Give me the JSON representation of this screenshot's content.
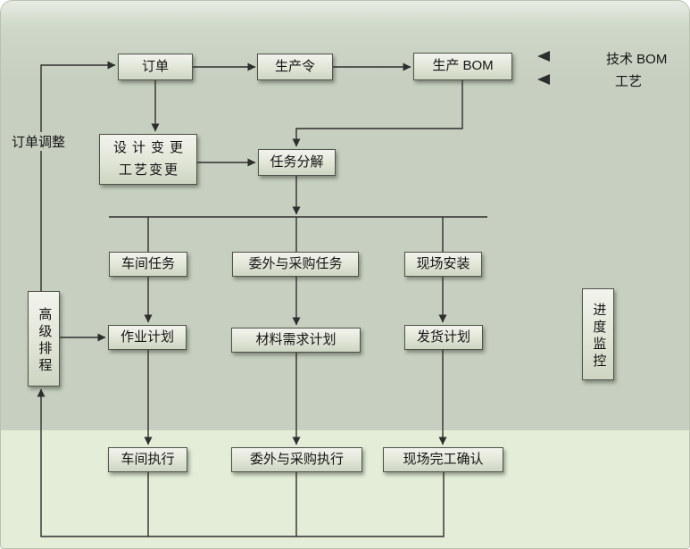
{
  "colors": {
    "background_top": "#c7d0c0",
    "background_bottom_band": "#e3edd8",
    "node_fill_light": "#f2f4ed",
    "node_fill_dark": "#ced5c2",
    "node_border": "#4f5349",
    "connector": "#2e2e2e",
    "text": "#141414"
  },
  "diagram": {
    "nodes": {
      "order": "订单",
      "production_order": "生产令",
      "production_bom": "生产 BOM",
      "design_change_line1": "设计变更",
      "design_change_line2": "工艺变更",
      "task_breakdown": "任务分解",
      "workshop_task": "车间任务",
      "outsourcing_purchasing_task": "委外与采购任务",
      "site_installation": "现场安装",
      "job_plan": "作业计划",
      "material_requirements_plan": "材料需求计划",
      "shipping_plan": "发货计划",
      "advanced_scheduling": "高级排程",
      "progress_monitoring": "进度监控",
      "workshop_execution": "车间执行",
      "outsourcing_purchasing_execution": "委外与采购执行",
      "site_completion_confirmation": "现场完工确认"
    },
    "labels": {
      "order_adjustment": "订单调整",
      "technical_bom": "技术 BOM",
      "process": "工艺"
    }
  }
}
